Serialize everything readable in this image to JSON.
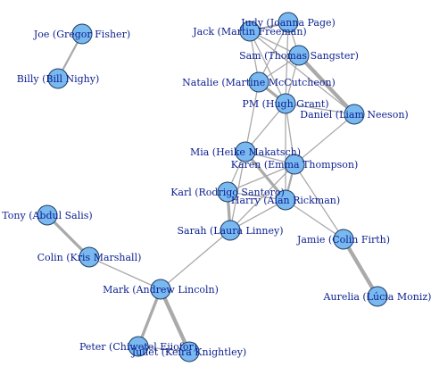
{
  "colors": {
    "node_fill": "#79b9f0",
    "node_stroke": "#1f3d66",
    "label": "#0b1f8f",
    "edge": "#aaaaaa"
  },
  "nodes": [
    {
      "id": "joe",
      "label": "Joe (Gregor Fisher)"
    },
    {
      "id": "billy",
      "label": "Billy (Bill Nighy)"
    },
    {
      "id": "judy",
      "label": "Judy (Joanna Page)"
    },
    {
      "id": "jack",
      "label": "Jack (Martin Freeman)"
    },
    {
      "id": "sam",
      "label": "Sam (Thomas Sangster)"
    },
    {
      "id": "natalie",
      "label": "Natalie (Martine McCutcheon)"
    },
    {
      "id": "pm",
      "label": "PM (Hugh Grant)"
    },
    {
      "id": "daniel",
      "label": "Daniel (Liam Neeson)"
    },
    {
      "id": "mia",
      "label": "Mia (Heike Makatsch)"
    },
    {
      "id": "karen",
      "label": "Karen (Emma Thompson)"
    },
    {
      "id": "karl",
      "label": "Karl (Rodrigo Santoro)"
    },
    {
      "id": "harry",
      "label": "Harry (Alan Rickman)"
    },
    {
      "id": "sarah",
      "label": "Sarah (Laura Linney)"
    },
    {
      "id": "tony",
      "label": "Tony (Abdul Salis)"
    },
    {
      "id": "jamie",
      "label": "Jamie (Colin Firth)"
    },
    {
      "id": "colin",
      "label": "Colin (Kris Marshall)"
    },
    {
      "id": "mark",
      "label": "Mark (Andrew Lincoln)"
    },
    {
      "id": "aurelia",
      "label": "Aurelia (Lúcia Moniz)"
    },
    {
      "id": "peter",
      "label": "Peter (Chiwetel Ejiofor)"
    },
    {
      "id": "juliet",
      "label": "Juliet (Keira Knightley)"
    }
  ],
  "edges": [
    {
      "source": "joe",
      "target": "billy",
      "weight": 2
    },
    {
      "source": "judy",
      "target": "jack",
      "weight": 2
    },
    {
      "source": "judy",
      "target": "sam",
      "weight": 1
    },
    {
      "source": "judy",
      "target": "natalie",
      "weight": 1
    },
    {
      "source": "judy",
      "target": "pm",
      "weight": 1
    },
    {
      "source": "jack",
      "target": "sam",
      "weight": 1
    },
    {
      "source": "jack",
      "target": "natalie",
      "weight": 1
    },
    {
      "source": "jack",
      "target": "pm",
      "weight": 1
    },
    {
      "source": "jack",
      "target": "daniel",
      "weight": 1
    },
    {
      "source": "sam",
      "target": "daniel",
      "weight": 4
    },
    {
      "source": "sam",
      "target": "natalie",
      "weight": 1
    },
    {
      "source": "sam",
      "target": "pm",
      "weight": 1
    },
    {
      "source": "natalie",
      "target": "pm",
      "weight": 3
    },
    {
      "source": "natalie",
      "target": "mia",
      "weight": 1
    },
    {
      "source": "pm",
      "target": "mia",
      "weight": 1
    },
    {
      "source": "pm",
      "target": "karen",
      "weight": 1
    },
    {
      "source": "pm",
      "target": "harry",
      "weight": 1
    },
    {
      "source": "pm",
      "target": "daniel",
      "weight": 1
    },
    {
      "source": "daniel",
      "target": "karen",
      "weight": 1
    },
    {
      "source": "mia",
      "target": "karen",
      "weight": 1
    },
    {
      "source": "mia",
      "target": "harry",
      "weight": 3
    },
    {
      "source": "mia",
      "target": "karl",
      "weight": 1
    },
    {
      "source": "mia",
      "target": "sarah",
      "weight": 1
    },
    {
      "source": "karen",
      "target": "harry",
      "weight": 2
    },
    {
      "source": "karen",
      "target": "karl",
      "weight": 1
    },
    {
      "source": "karen",
      "target": "sarah",
      "weight": 1
    },
    {
      "source": "karen",
      "target": "jamie",
      "weight": 1
    },
    {
      "source": "karl",
      "target": "sarah",
      "weight": 3
    },
    {
      "source": "karl",
      "target": "harry",
      "weight": 1
    },
    {
      "source": "harry",
      "target": "sarah",
      "weight": 1
    },
    {
      "source": "harry",
      "target": "jamie",
      "weight": 1
    },
    {
      "source": "sarah",
      "target": "mark",
      "weight": 1
    },
    {
      "source": "jamie",
      "target": "aurelia",
      "weight": 4
    },
    {
      "source": "tony",
      "target": "colin",
      "weight": 3
    },
    {
      "source": "colin",
      "target": "mark",
      "weight": 1
    },
    {
      "source": "mark",
      "target": "peter",
      "weight": 3
    },
    {
      "source": "mark",
      "target": "juliet",
      "weight": 4
    },
    {
      "source": "peter",
      "target": "juliet",
      "weight": 1
    }
  ]
}
